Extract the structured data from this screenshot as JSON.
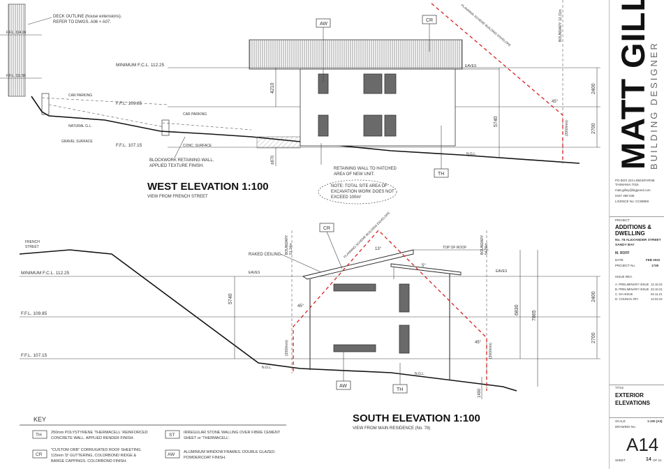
{
  "west": {
    "title": "WEST ELEVATION  1:100",
    "subtitle": "VIEW FROM FRENCH STREET",
    "notes": {
      "deck1": "DECK OUTLINE (house extensions).",
      "deck2": "REFER TO DWGS. A06 + A07.",
      "car_parking_1": "CAR PARKING",
      "car_parking_2": "CAR PARKING",
      "natural_gl": "NATURAL G.L.",
      "gravel": "GRAVEL SURFACE",
      "conc": "CONC. SURFACE",
      "block1": "BLOCKWORK RETAINING WALL.",
      "block2": "APPLIED TEXTURE FINISH.",
      "retain1": "RETAINING WALL TO HATCHED",
      "retain2": "AREA OF NEW UNIT.",
      "excav1": "NOTE: TOTAL SITE AREA OF",
      "excav2": "EXCAVATION WORK DOES NOT",
      "excav3": "EXCEED 100m²",
      "eaves": "EAVES",
      "ngl": "N.G.L.",
      "boundary": "BOUNDARY",
      "boundary_val": "12.31m",
      "envelope": "PLANNING SCHEME BUILDING ENVELOPE",
      "setback": "(3000mm)",
      "angle": "45°"
    },
    "levels": {
      "min_fcl": "MINIMUM F.C.L. 112.25",
      "ffl1": "F.F.L. 109.85",
      "ffl2": "F.F.L. 107.15",
      "ffl_a": "F.F.L. 114.26",
      "ffl_b": "F.F.L. 111.56"
    },
    "dims": {
      "d4210": "4210",
      "d5740": "5740",
      "d870": "±870",
      "d2400": "2400",
      "d2700": "2700"
    },
    "tags": {
      "aw": "AW",
      "cr": "CR",
      "th": "TH"
    }
  },
  "south": {
    "title": "SOUTH ELEVATION  1:100",
    "subtitle": "VIEW FROM MAIN RESIDENCE (No. 78)",
    "notes": {
      "french1": "FRENCH",
      "french2": "STREET",
      "raked": "RAKED CEILING.",
      "top_roof": "TOP OF ROOF",
      "eaves": "EAVES",
      "eaves2": "EAVES",
      "ngl": "N.G.L.",
      "ngl2": "N.G.L.",
      "boundary_l": "BOUNDARY",
      "boundary_l_val": "51.14m",
      "boundary_r": "BOUNDARY",
      "boundary_r_val": "54.36m",
      "envelope": "PLANNING SCHEME BUILDING ENVELOPE",
      "pitch1": "13°",
      "pitch2": "5°",
      "angle_l": "45°",
      "angle_r": "45°",
      "setback_l": "(3000mm)",
      "setback_r": "(3000mm)"
    },
    "levels": {
      "min_fcl": "MINIMUM F.C.L. 112.25",
      "ffl1": "F.F.L. 109.85",
      "ffl2": "F.F.L. 107.15"
    },
    "dims": {
      "d5740": "5740",
      "d6830": "6830",
      "d7865": "7865",
      "d2400": "2400",
      "d2700": "2700",
      "d1490": "1490"
    },
    "tags": {
      "cr": "CR",
      "aw": "AW",
      "th": "TH"
    }
  },
  "key": {
    "heading": "KEY",
    "items": [
      {
        "code": "TH",
        "text1": "250mm POLYSTYRENE 'THERMACELL' REINFORCED",
        "text2": "CONCRETE WALL. APPLIED RENDER FINISH.",
        "text3": ""
      },
      {
        "code": "CR",
        "text1": "\"CUSTOM ORB\" CORRUGATED ROOF SHEETING.",
        "text2": "115mm 'D' GUTTERING, COLORBOND RIDGE &",
        "text3": "BARGE CAPPINGS.  COLORBOND FINISH."
      },
      {
        "code": "ST",
        "text1": "IRREGULAR STONE WALLING OVER FIBRE CEMENT",
        "text2": "SHEET or 'THERMACELL'.",
        "text3": ""
      },
      {
        "code": "AW",
        "text1": "ALUMINIUM WINDOW FRAMES. DOUBLE GLAZED.",
        "text2": "POWDERCOAT FINISH.",
        "text3": ""
      }
    ]
  },
  "titleblock": {
    "brand_main": "MATT GILLEY",
    "brand_sub": "BUILDING DESIGNER",
    "contact": [
      "PO BOX 224 LINDISFARNE",
      "TASMANIA 7015",
      "matt.gilley@bigpond.com",
      "0437 498 036",
      "LICENCE No: CC6898S"
    ],
    "project_label": "PROJECT",
    "project_title1": "ADDITIONS &",
    "project_title2": "DWELLING",
    "address1": "No. 78 ALEXANDER STREET",
    "address2": "SANDY BAY",
    "client": "M. ROFF",
    "date_label": "DATE",
    "date_value": "FEB 2022",
    "projno_label": "PROJECT No.",
    "projno_value": "1738",
    "issue_label": "ISSUE REV.",
    "issues": [
      {
        "rev": "A. PRELIMINARY ISSUE",
        "date": "12.10.21"
      },
      {
        "rev": "B. PRELIMINARY ISSUE",
        "date": "23.10.21"
      },
      {
        "rev": "C. DA ISSUE",
        "date": "04.11.21"
      },
      {
        "rev": "D. COUNCIL RFI",
        "date": "14.02.22"
      }
    ],
    "title_label": "TITLE",
    "title1": "EXTERIOR",
    "title2": "ELEVATIONS",
    "scale_label": "SCALE",
    "scale_value": "1:100 (A3)",
    "drawing_label": "DRAWING No.",
    "drawing_no": "A14",
    "sheet_label": "SHEET",
    "sheet_value": "14",
    "sheet_of": "OF 21"
  }
}
